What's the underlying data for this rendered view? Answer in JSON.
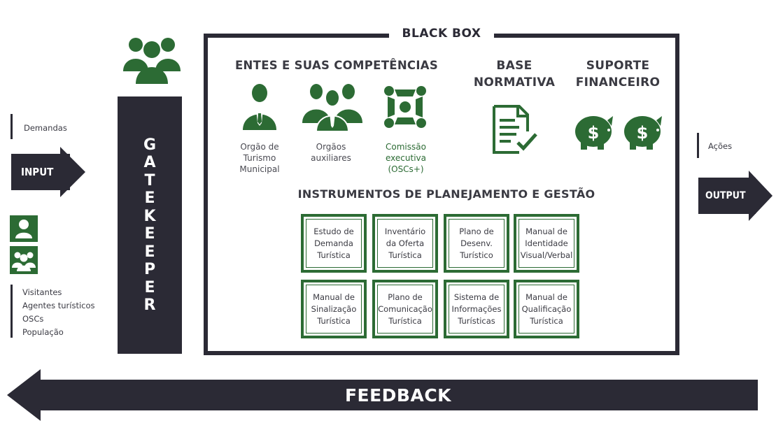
{
  "colors": {
    "dark": "#2b2a35",
    "green": "#2c6b34",
    "text": "#3a3a42"
  },
  "left": {
    "demands_label": "Demandas",
    "input_label": "INPUT",
    "actors": [
      "Visitantes",
      "Agentes turísticos",
      "OSCs",
      "População"
    ],
    "icons": [
      "person-icon",
      "group-icon"
    ]
  },
  "gatekeeper": {
    "letters": [
      "G",
      "A",
      "T",
      "E",
      "K",
      "E",
      "E",
      "P",
      "E",
      "R"
    ]
  },
  "black_box": {
    "title": "BLACK BOX",
    "entes_heading": "ENTES E SUAS COMPETÊNCIAS",
    "entes": [
      {
        "label": "Orgão de\nTurismo\nMunicipal",
        "icon": "businessman-icon"
      },
      {
        "label": "Orgãos\nauxiliares",
        "icon": "businessmen-group-icon"
      },
      {
        "label": "Comissão\nexecutiva\n(OSCs+)",
        "icon": "commission-circle-icon"
      }
    ],
    "base_heading": "BASE\nNORMATIVA",
    "suporte_heading": "SUPORTE\nFINANCEIRO",
    "instrumentos_heading": "INSTRUMENTOS DE PLANEJAMENTO E GESTÃO",
    "instrumentos": [
      "Estudo de\nDemanda\nTurística",
      "Inventário\nda Oferta\nTurística",
      "Plano de\nDesenv.\nTurístico",
      "Manual de\nIdentidade\nVisual/Verbal",
      "Manual de\nSinalização\nTurística",
      "Plano de\nComunicação\nTurística",
      "Sistema de\nInformações\nTurísticas",
      "Manual de\nQualificação\nTurística"
    ]
  },
  "right": {
    "actions_label": "Ações",
    "output_label": "OUTPUT"
  },
  "feedback_label": "FEEDBACK"
}
